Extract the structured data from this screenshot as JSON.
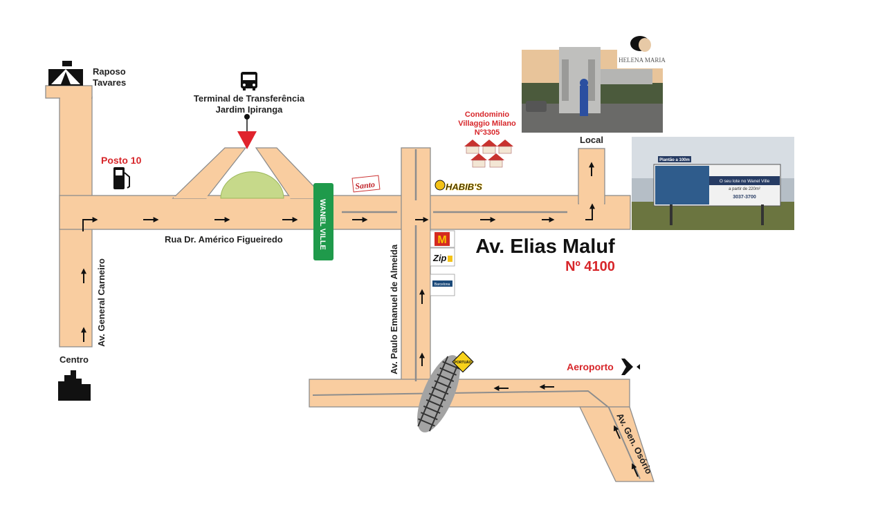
{
  "colors": {
    "road": "#f9cda0",
    "road_edge": "#8d8d8d",
    "accent": "#d7262a",
    "sign_green": "#1f9a4b"
  },
  "places": {
    "raposo_line1": "Raposo",
    "raposo_line2": "Tavares",
    "terminal_line1": "Terminal de Transferência",
    "terminal_line2": "Jardim Ipiranga",
    "posto": "Posto 10",
    "condominio_line1": "Condominio",
    "condominio_line2": "Villaggio Milano",
    "condominio_line3": "Nº3305",
    "local": "Local",
    "centro": "Centro",
    "aeroporto": "Aeroporto"
  },
  "streets": {
    "americo": "Rua Dr. Américo Figueiredo",
    "carneiro": "Av. General Carneiro",
    "paulo": "Av. Paulo Emanuel de Almeida",
    "osorio": "Av. Gen. Osório",
    "wanel": "WANEL VILLE"
  },
  "destination": {
    "name": "Av. Elias Maluf",
    "number": "Nº 4100"
  },
  "brands": {
    "santo": "Santo",
    "habibs": "HABIB'S",
    "zip": "Zip",
    "barcelona": "Barcelona",
    "portuliao": "PORTUÁO"
  },
  "photos": {
    "gate_logo_line1": "HELENA MARIA",
    "billboard_headline": "O seu lote no Wanel Ville",
    "billboard_sub": "a partir de 220m²",
    "billboard_phone": "3037-3700",
    "billboard_tag": "Plantão a 100m"
  },
  "icons": [
    "highway-icon",
    "bus-icon",
    "gas-pump-icon",
    "house-icon",
    "city-icon",
    "airplane-icon",
    "mcdonalds-icon",
    "railway-crossing-icon"
  ]
}
